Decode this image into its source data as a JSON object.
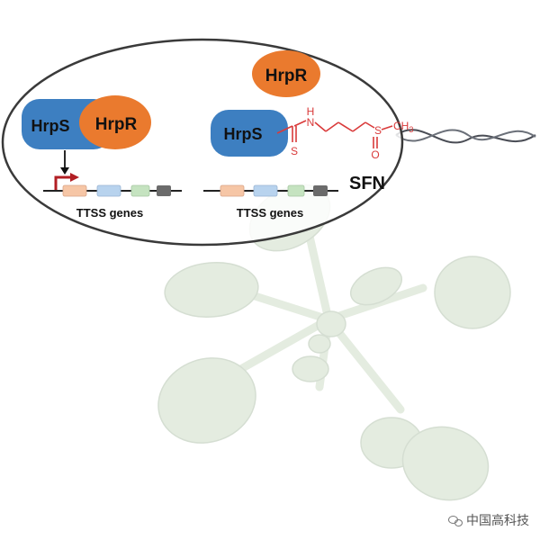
{
  "colors": {
    "hrps": "#3d7fc1",
    "hrpr": "#ea7a2e",
    "sfn_structure": "#d93a3a",
    "promoter_arrow": "#b21f24",
    "leaf": "#e3ebdf",
    "leaf_edge": "#d3ddd0",
    "rope": "#4a4d55",
    "gene_colors": [
      "#f6c6a6",
      "#b8d3ee",
      "#c5e3c0",
      "#6b6b6b"
    ]
  },
  "left_complex": {
    "hrps_label": "HrpS",
    "hrpr_label": "HrpR",
    "genes_label": "TTSS genes"
  },
  "right_complex": {
    "free_hrpr_label": "HrpR",
    "hrps_label": "HrpS",
    "genes_label": "TTSS genes",
    "sfn_label": "SFN",
    "atom_n": "N",
    "atom_h": "H",
    "atom_s_thio": "S",
    "atom_s_sulfinyl": "S",
    "atom_o": "O",
    "methyl": "CH",
    "methyl_sub": "3"
  },
  "watermark": {
    "icon": "wechat-icon",
    "text": "中国高科技"
  }
}
